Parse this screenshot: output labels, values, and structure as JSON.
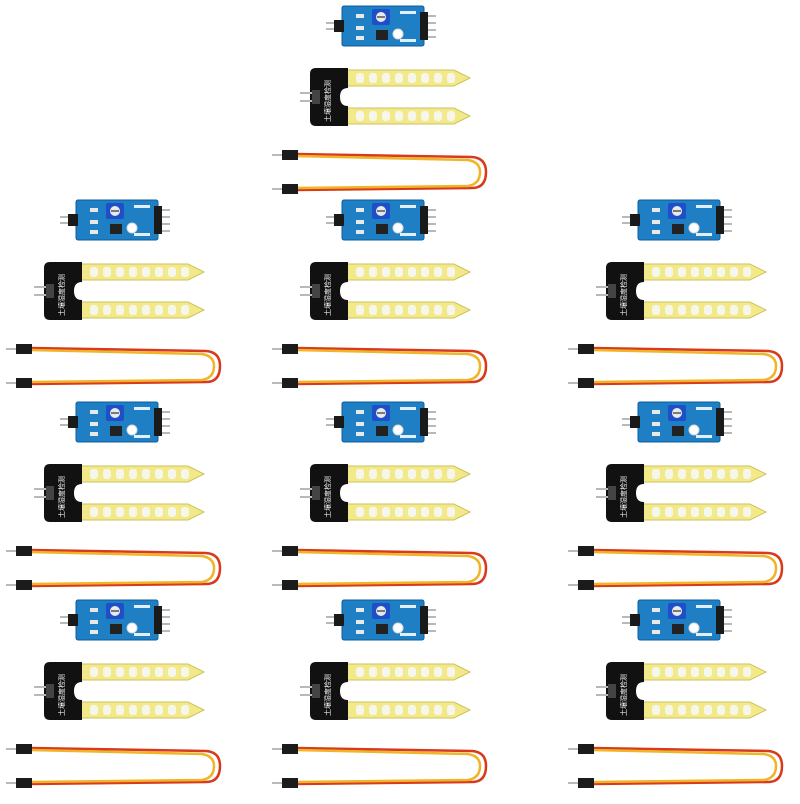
{
  "product": {
    "name": "soil moisture sensor kit",
    "kit_count": 10,
    "probe_label": "土壤湿度检测"
  },
  "colors": {
    "background": "#ffffff",
    "pcb_blue": "#1e7fc4",
    "pcb_blue_dark": "#0f5d99",
    "potentiometer": "#1f4fc8",
    "pin_black": "#1a1a1a",
    "pin_metal": "#b9b9b9",
    "probe_yellow": "#f2e98a",
    "probe_edge": "#cfc25a",
    "probe_pad": "#f7f6ea",
    "probe_head": "#111111",
    "wire_red": "#d83a1c",
    "wire_yellow": "#f0b428",
    "connector": "#1b1b1b"
  }
}
